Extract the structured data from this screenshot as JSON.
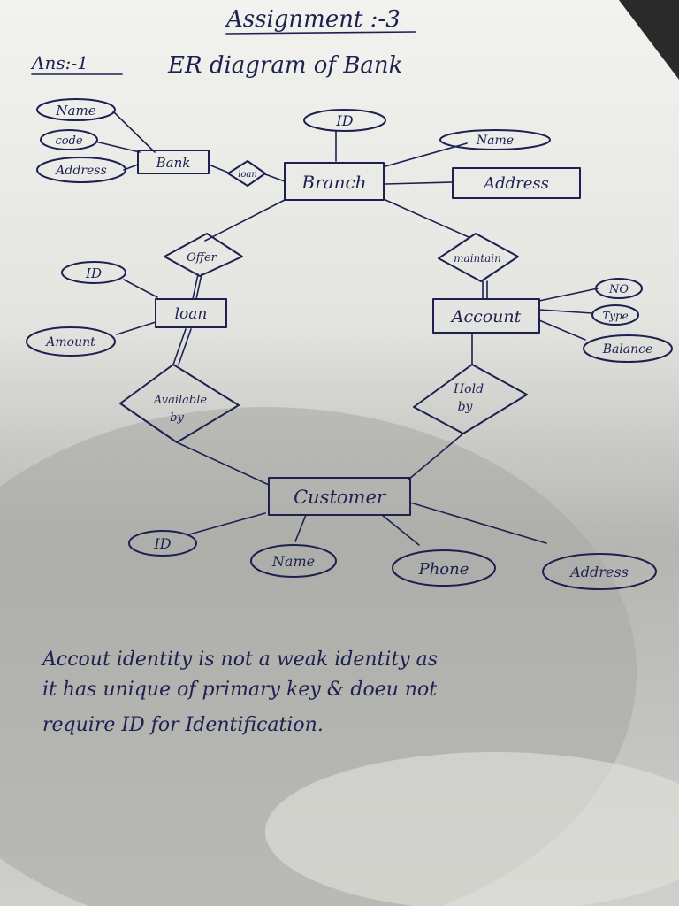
{
  "heading": {
    "title": "Assignment :-3",
    "answer_label": "Ans:-1",
    "subtitle": "ER diagram of Bank"
  },
  "entities": {
    "bank": "Bank",
    "branch": "Branch",
    "loan": "loan",
    "account": "Account",
    "customer": "Customer"
  },
  "relationships": {
    "bank_branch": "loan",
    "offer": "Offer",
    "maintain": "maintain",
    "available_by_1": "Available",
    "available_by_2": "by",
    "hold_by_1": "Hold",
    "hold_by_2": "by"
  },
  "attributes": {
    "bank_name": "Name",
    "bank_code": "code",
    "bank_address": "Address",
    "branch_id": "ID",
    "branch_name": "Name",
    "branch_address": "Address",
    "loan_id": "ID",
    "loan_amount": "Amount",
    "account_no": "NO",
    "account_type": "Type",
    "account_balance": "Balance",
    "customer_id": "ID",
    "customer_name": "Name",
    "customer_phone": "Phone",
    "customer_address": "Address"
  },
  "note": {
    "line1": "Accout identity is not a weak identity as",
    "line2": "it has unique of primary key & doeu not",
    "line3": "require ID for Identification."
  }
}
